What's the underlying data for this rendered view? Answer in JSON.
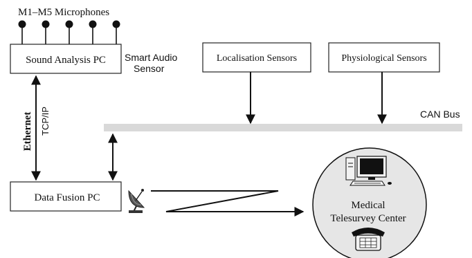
{
  "title": "M1–M5 Microphones",
  "nodes": {
    "sound_pc": "Sound Analysis PC",
    "smart_audio_line1": "Smart Audio",
    "smart_audio_line2": "Sensor",
    "localisation": "Localisation Sensors",
    "physiological": "Physiological Sensors",
    "can_bus": "CAN Bus",
    "ethernet": "Ethernet",
    "tcpip": "TCP/IP",
    "data_fusion_pc": "Data Fusion PC",
    "medical_line1": "Medical",
    "medical_line2": "Telesurvey Center"
  },
  "colors": {
    "bus": "#d9d9d9",
    "center_fill": "#e6e6e6",
    "stroke": "#111111"
  },
  "icons": [
    "microphone-icon",
    "satellite-dish-icon",
    "computer-icon",
    "telephone-icon"
  ]
}
